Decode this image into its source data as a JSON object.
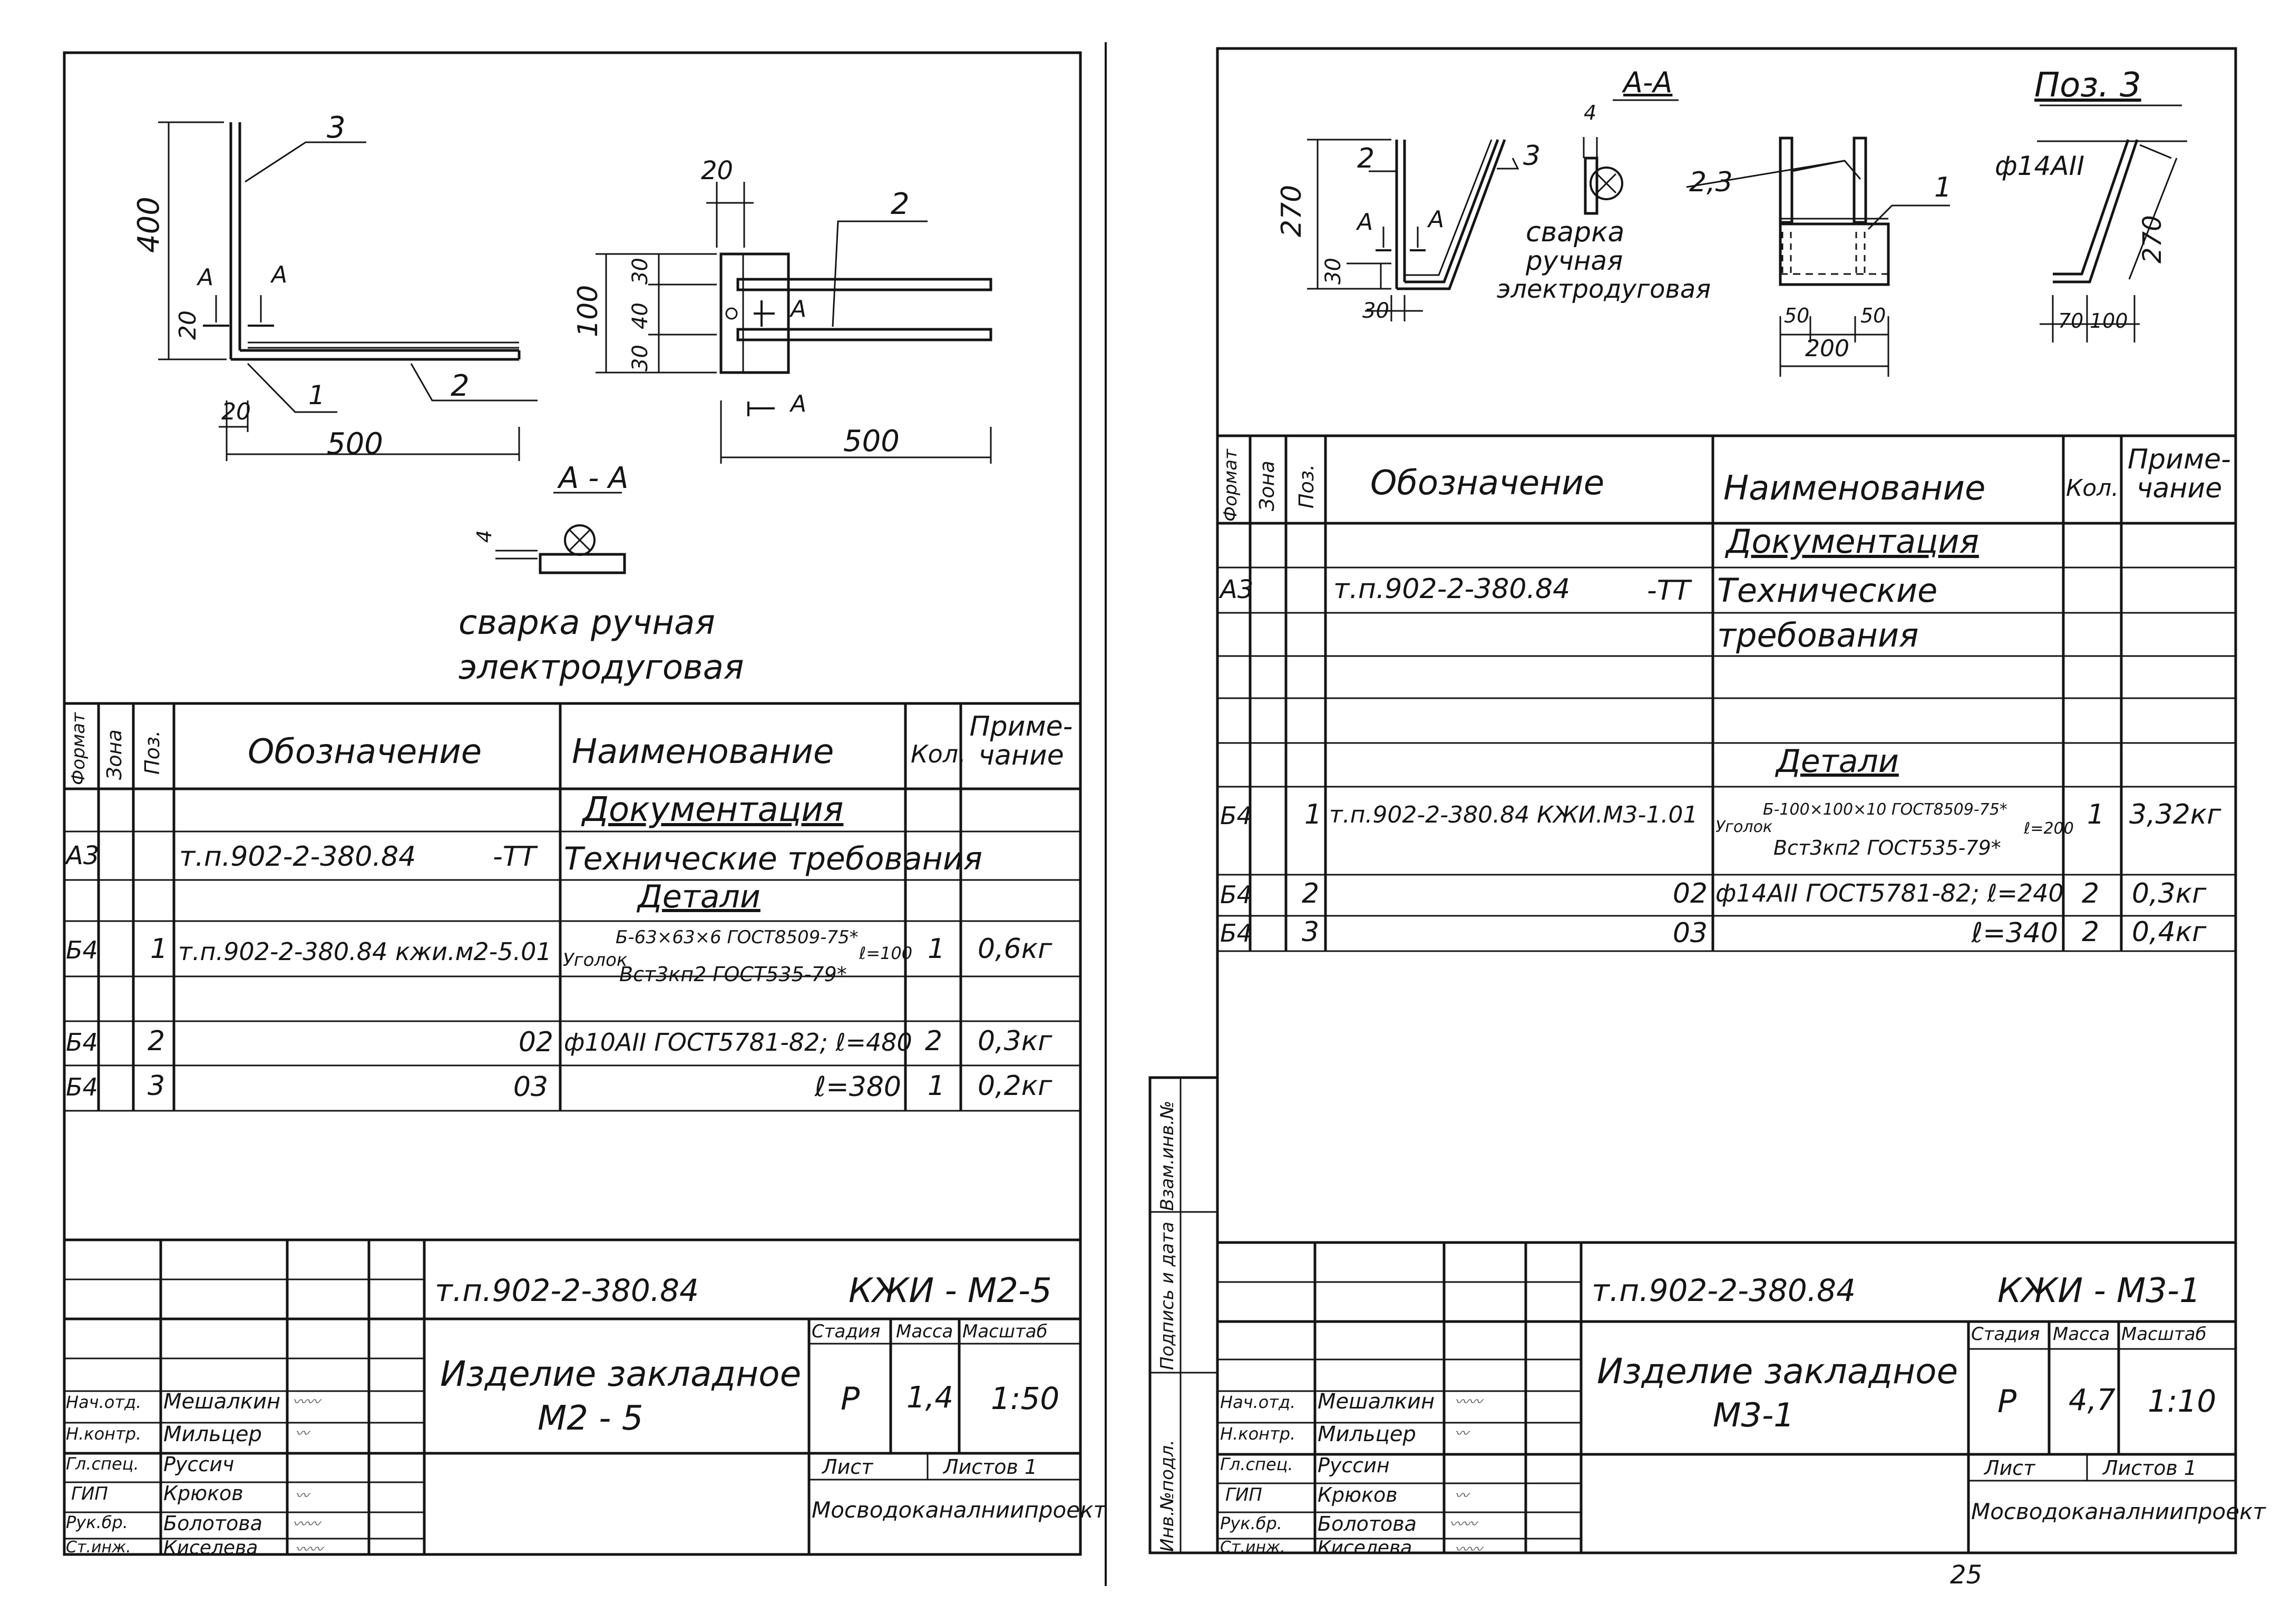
{
  "page_number": "25",
  "left_sheet": {
    "drawing": {
      "dim_400": "400",
      "dim_20": "20",
      "dim_20b": "20",
      "dim_500": "500",
      "callout_1": "1",
      "callout_2": "2",
      "callout_3": "3",
      "section_mark": "A",
      "section_mark_b": "A",
      "plan_dim_20": "20",
      "plan_dim_100": "100",
      "plan_dim_30a": "30",
      "plan_dim_40": "40",
      "plan_dim_30b": "30",
      "plan_dim_500": "500",
      "plan_callout_2": "2",
      "plan_section_mark": "A",
      "plan_section_mark_b": "A",
      "section_title": "A - A",
      "weld_dim": "4",
      "weld_note_1": "сварка ручная",
      "weld_note_2": "электродуговая"
    },
    "spec": {
      "headers": {
        "format": "Формат",
        "zone": "Зона",
        "pos": "Поз.",
        "designation": "Обозначение",
        "name": "Наименование",
        "qty": "Кол.",
        "note": "Приме-чание"
      },
      "section_documentation": "Документация",
      "doc_row": {
        "format": "A3",
        "designation": "т.п.902-2-380.84",
        "suffix": "-ТТ",
        "name": "Технические требования"
      },
      "section_details": "Детали",
      "rows": [
        {
          "format": "Б4",
          "pos": "1",
          "designation": "т.п.902-2-380.84 кжи.м2-5.01",
          "name_prefix": "Уголок",
          "name_top": "Б-63×63×6 ГОСТ8509-75*",
          "name_len": "ℓ=100",
          "name_bottom": "Вст3кп2 ГОСТ535-79*",
          "qty": "1",
          "note": "0,6кг"
        },
        {
          "format": "Б4",
          "pos": "2",
          "designation": "02",
          "name": "ф10АII ГОСТ5781-82; ℓ=480",
          "qty": "2",
          "note": "0,3кг"
        },
        {
          "format": "Б4",
          "pos": "3",
          "designation": "03",
          "name": "ℓ=380",
          "qty": "1",
          "note": "0,2кг"
        }
      ]
    },
    "title_block": {
      "project": "т.п.902-2-380.84",
      "code": "КЖИ - М2-5",
      "title_line1": "Изделие закладное",
      "title_line2": "М2 - 5",
      "stage_label": "Стадия",
      "mass_label": "Масса",
      "scale_label": "Масштаб",
      "stage": "Р",
      "mass": "1,4",
      "scale": "1:50",
      "sheet_label": "Лист",
      "sheets_label": "Листов 1",
      "org": "Мосводоканалниипроект",
      "roles": [
        {
          "role": "Нач.отд.",
          "name": "Мешалкин"
        },
        {
          "role": "Н.контр.",
          "name": "Мильцер"
        },
        {
          "role": "Гл.спец.",
          "name": "Руссич"
        },
        {
          "role": "ГИП",
          "name": "Крюков"
        },
        {
          "role": "Рук.бр.",
          "name": "Болотова"
        },
        {
          "role": "Ст.инж.",
          "name": "Киселева"
        }
      ]
    }
  },
  "right_sheet": {
    "side_stamp": {
      "inv": "Инв.№подл.",
      "sign_date": "Подпись и дата",
      "replace": "Взам.инв.№"
    },
    "drawing": {
      "section_title": "А-А",
      "pos_title": "Поз. 3",
      "dim_270": "270",
      "dim_30": "30",
      "dim_30b": "30",
      "callout_2": "2",
      "callout_3": "3",
      "section_mark": "А",
      "section_mark_b": "А",
      "weld_dim": "4",
      "weld_note_1": "сварка",
      "weld_note_2": "ручная",
      "weld_note_3": "электродуговая",
      "callout_23": "2,3",
      "callout_1": "1",
      "dim_50a": "50",
      "dim_50b": "50",
      "dim_200": "200",
      "bar_label": "ф14АII",
      "dim_270b": "270",
      "dim_70": "70",
      "dim_100": "100"
    },
    "spec": {
      "headers": {
        "format": "Формат",
        "zone": "Зона",
        "pos": "Поз.",
        "designation": "Обозначение",
        "name": "Наименование",
        "qty": "Кол.",
        "note": "Приме-чание"
      },
      "section_documentation": "Документация",
      "doc_row": {
        "format": "A3",
        "designation": "т.п.902-2-380.84",
        "suffix": "-ТТ",
        "name_1": "Технические",
        "name_2": "требования"
      },
      "section_details": "Детали",
      "rows": [
        {
          "format": "Б4",
          "pos": "1",
          "designation": "т.п.902-2-380.84 КЖИ.М3-1.01",
          "name_prefix": "Уголок",
          "name_top": "Б-100×100×10 ГОСТ8509-75*",
          "name_len": "ℓ=200",
          "name_bottom": "Вст3кп2 ГОСТ535-79*",
          "qty": "1",
          "note": "3,32кг"
        },
        {
          "format": "Б4",
          "pos": "2",
          "designation": "02",
          "name": "ф14АII ГОСТ5781-82; ℓ=240",
          "qty": "2",
          "note": "0,3кг"
        },
        {
          "format": "Б4",
          "pos": "3",
          "designation": "03",
          "name": "ℓ=340",
          "qty": "2",
          "note": "0,4кг"
        }
      ]
    },
    "title_block": {
      "project": "т.п.902-2-380.84",
      "code": "КЖИ - М3-1",
      "title_line1": "Изделие закладное",
      "title_line2": "М3-1",
      "stage_label": "Стадия",
      "mass_label": "Масса",
      "scale_label": "Масштаб",
      "stage": "Р",
      "mass": "4,7",
      "scale": "1:10",
      "sheet_label": "Лист",
      "sheets_label": "Листов 1",
      "org": "Мосводоканалниипроект",
      "roles": [
        {
          "role": "Нач.отд.",
          "name": "Мешалкин"
        },
        {
          "role": "Н.контр.",
          "name": "Мильцер"
        },
        {
          "role": "Гл.спец.",
          "name": "Руссин"
        },
        {
          "role": "ГИП",
          "name": "Крюков"
        },
        {
          "role": "Рук.бр.",
          "name": "Болотова"
        },
        {
          "role": "Ст.инж.",
          "name": "Киселева"
        }
      ]
    }
  }
}
